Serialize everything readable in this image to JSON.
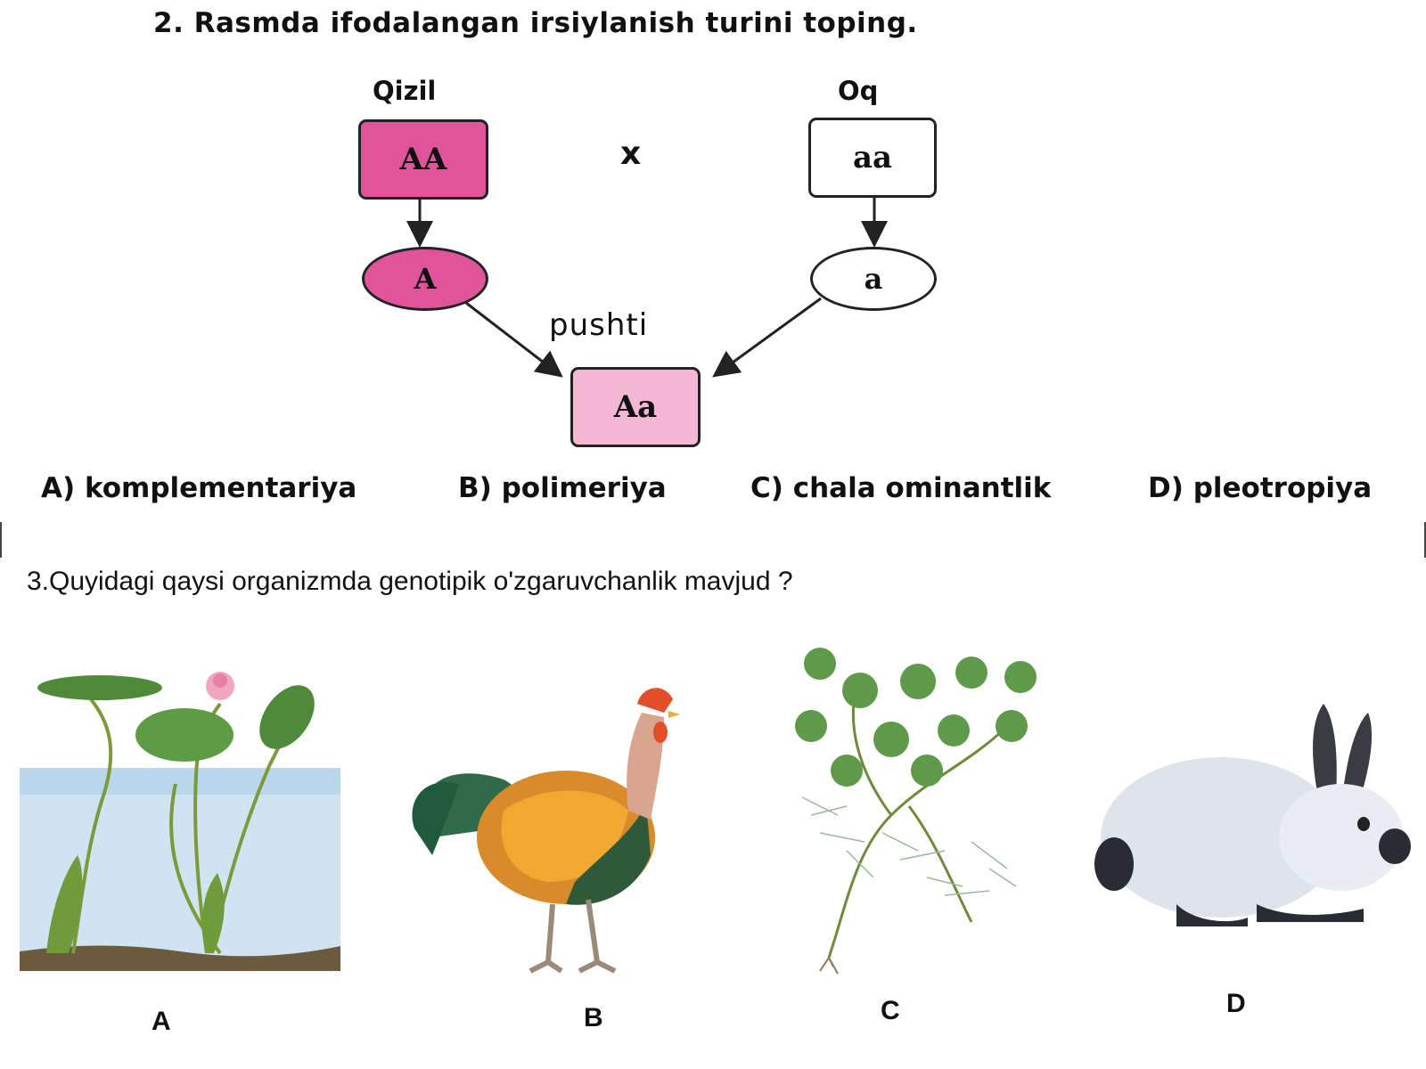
{
  "q2": {
    "title": "2. Rasmda ifodalangan irsiylanish turini toping.",
    "parent_left_label": "Qizil",
    "parent_right_label": "Oq",
    "parent_left_genotype": "AA",
    "parent_right_genotype": "aa",
    "cross_symbol": "x",
    "gamete_left": "A",
    "gamete_right": "a",
    "offspring_label": "pushti",
    "offspring_genotype": "Aa",
    "options": [
      "A) komplementariya",
      "B) polimeriya",
      "C) chala ominantlik",
      "D) pleotropiya"
    ],
    "colors": {
      "dominant": "#e0559a",
      "hybrid": "#f5b8d4",
      "recessive": "#ffffff"
    }
  },
  "q3": {
    "title": "3.Quyidagi qaysi organizmda genotipik o'zgaruvchanlik mavjud ?",
    "images": [
      {
        "label": "A",
        "icon": "water-lily-plant-illustration"
      },
      {
        "label": "B",
        "icon": "naked-neck-rooster-illustration"
      },
      {
        "label": "C",
        "icon": "water-buttercup-plant-illustration"
      },
      {
        "label": "D",
        "icon": "himalayan-rabbit-illustration"
      }
    ]
  }
}
